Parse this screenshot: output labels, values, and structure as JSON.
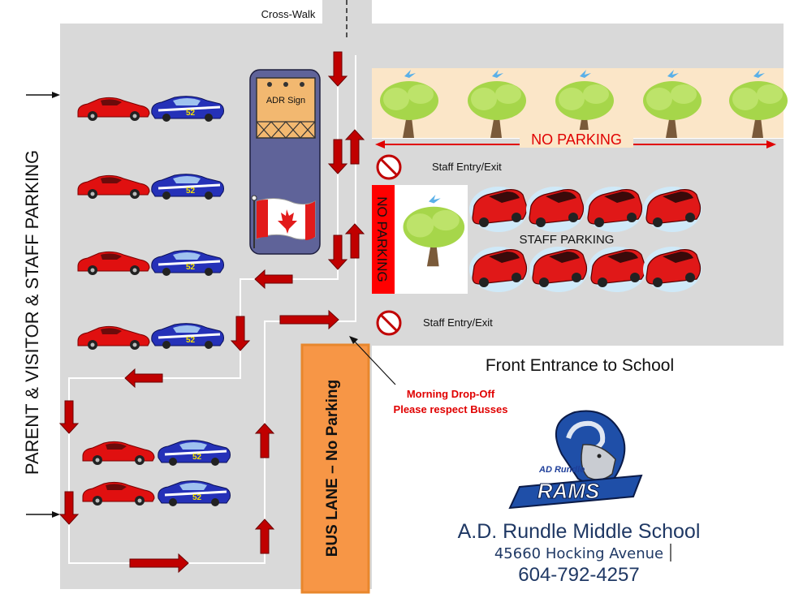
{
  "labels": {
    "cross_walk": "Cross-Walk",
    "parent_visitor_parking": "PARENT & VISITOR & STAFF PARKING",
    "adr_sign": "ADR Sign",
    "no_parking_top": "NO PARKING",
    "no_parking_side": "NO PARKING",
    "staff_entry_exit_top": "Staff Entry/Exit",
    "staff_entry_exit_bottom": "Staff Entry/Exit",
    "staff_parking": "STAFF PARKING",
    "front_entrance": "Front Entrance to School",
    "drop_off_line1": "Morning Drop-Off",
    "drop_off_line2": "Please respect Busses",
    "bus_lane": "BUS LANE – No Parking"
  },
  "school": {
    "name": "A.D. Rundle Middle School",
    "address": "45660 Hocking Avenue",
    "phone": "604-792-4257"
  },
  "logo": {
    "arc_text": "AD Rundle",
    "word": "RAMS",
    "description": "ram-mascot-logo"
  },
  "colors": {
    "lot_gray": "#d9d9d9",
    "arrow_red": "#c00000",
    "no_parking_red": "#ff0000",
    "bus_lane_orange": "#f79646",
    "tree_band": "#fbe6c8",
    "school_blue": "#1f3864",
    "drop_off_red": "#e00000"
  },
  "icons": [
    "red-sports-car-icon",
    "blue-race-car-icon",
    "red-sedan-icon",
    "tree-icon",
    "bird-icon",
    "no-entry-icon",
    "canada-flag-icon",
    "adr-sign-icon"
  ]
}
